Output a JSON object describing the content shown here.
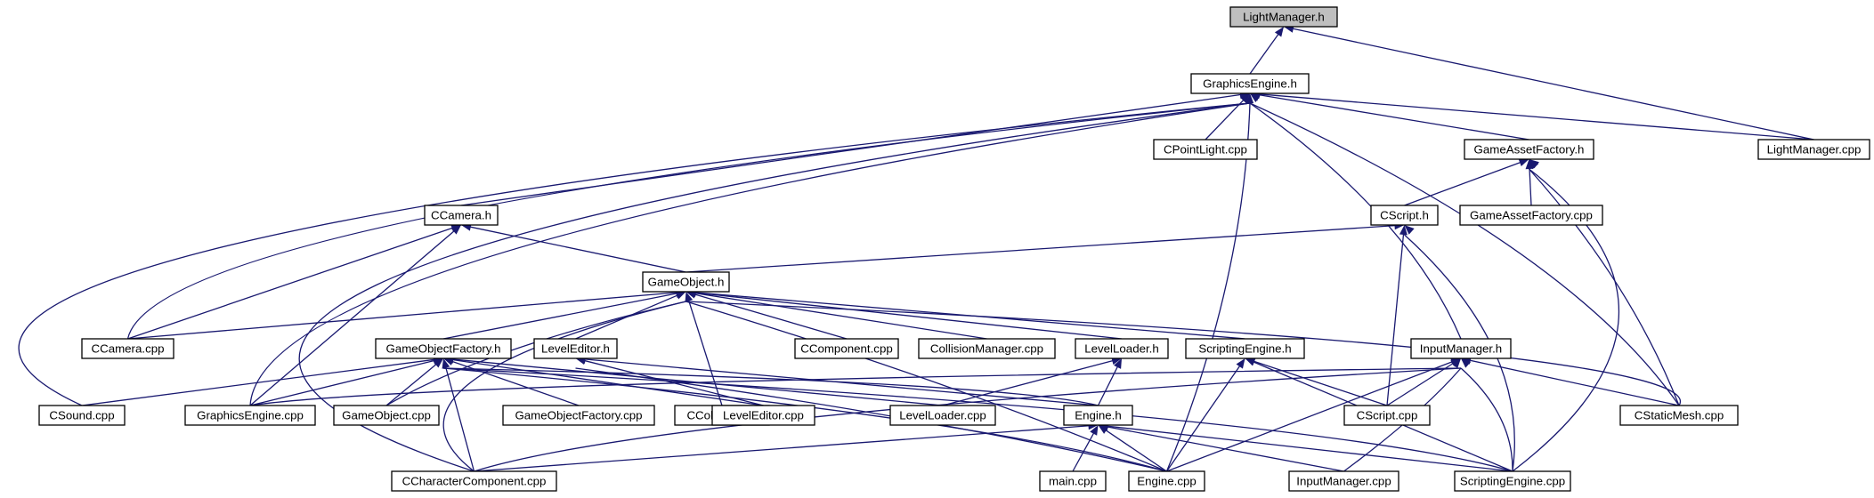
{
  "graph": {
    "root": "LightManager.h",
    "nodes": [
      {
        "id": "n0",
        "label": "LightManager.h"
      },
      {
        "id": "n1",
        "label": "GraphicsEngine.h"
      },
      {
        "id": "n2",
        "label": "LightManager.cpp"
      },
      {
        "id": "n3",
        "label": "CPointLight.cpp"
      },
      {
        "id": "n4",
        "label": "GameAssetFactory.h"
      },
      {
        "id": "n5",
        "label": "CCamera.h"
      },
      {
        "id": "n6",
        "label": "CScript.h"
      },
      {
        "id": "n7",
        "label": "GameAssetFactory.cpp"
      },
      {
        "id": "n8",
        "label": "GameObject.h"
      },
      {
        "id": "n9",
        "label": "CCamera.cpp"
      },
      {
        "id": "n10",
        "label": "GameObjectFactory.h"
      },
      {
        "id": "n11",
        "label": "LevelEditor.h"
      },
      {
        "id": "n12",
        "label": "CCollider.cpp"
      },
      {
        "id": "n13",
        "label": "CComponent.cpp"
      },
      {
        "id": "n14",
        "label": "CollisionManager.cpp"
      },
      {
        "id": "n15",
        "label": "LevelLoader.h"
      },
      {
        "id": "n16",
        "label": "ScriptingEngine.h"
      },
      {
        "id": "n17",
        "label": "InputManager.h"
      },
      {
        "id": "n18",
        "label": "CSound.cpp"
      },
      {
        "id": "n19",
        "label": "GraphicsEngine.cpp"
      },
      {
        "id": "n20",
        "label": "GameObject.cpp"
      },
      {
        "id": "n21",
        "label": "GameObjectFactory.cpp"
      },
      {
        "id": "n22",
        "label": "LevelEditor.cpp"
      },
      {
        "id": "n23",
        "label": "LevelLoader.cpp"
      },
      {
        "id": "n24",
        "label": "Engine.h"
      },
      {
        "id": "n25",
        "label": "CScript.cpp"
      },
      {
        "id": "n26",
        "label": "CStaticMesh.cpp"
      },
      {
        "id": "n27",
        "label": "CCharacterComponent.cpp"
      },
      {
        "id": "n28",
        "label": "main.cpp"
      },
      {
        "id": "n29",
        "label": "Engine.cpp"
      },
      {
        "id": "n30",
        "label": "InputManager.cpp"
      },
      {
        "id": "n31",
        "label": "ScriptingEngine.cpp"
      }
    ],
    "edges": [
      {
        "from": "n0",
        "to": "n1"
      },
      {
        "from": "n0",
        "to": "n2"
      },
      {
        "from": "n1",
        "to": "n2"
      },
      {
        "from": "n1",
        "to": "n3"
      },
      {
        "from": "n1",
        "to": "n4"
      },
      {
        "from": "n1",
        "to": "n5"
      },
      {
        "from": "n1",
        "to": "n9"
      },
      {
        "from": "n1",
        "to": "n18"
      },
      {
        "from": "n1",
        "to": "n19"
      },
      {
        "from": "n1",
        "to": "n27"
      },
      {
        "from": "n1",
        "to": "n29"
      },
      {
        "from": "n1",
        "to": "n17"
      },
      {
        "from": "n1",
        "to": "n26"
      },
      {
        "from": "n4",
        "to": "n6"
      },
      {
        "from": "n4",
        "to": "n7"
      },
      {
        "from": "n4",
        "to": "n26"
      },
      {
        "from": "n4",
        "to": "n31"
      },
      {
        "from": "n5",
        "to": "n8"
      },
      {
        "from": "n5",
        "to": "n9"
      },
      {
        "from": "n5",
        "to": "n19"
      },
      {
        "from": "n6",
        "to": "n8"
      },
      {
        "from": "n6",
        "to": "n25"
      },
      {
        "from": "n6",
        "to": "n31"
      },
      {
        "from": "n8",
        "to": "n9"
      },
      {
        "from": "n8",
        "to": "n10"
      },
      {
        "from": "n8",
        "to": "n11"
      },
      {
        "from": "n8",
        "to": "n12"
      },
      {
        "from": "n8",
        "to": "n13"
      },
      {
        "from": "n8",
        "to": "n14"
      },
      {
        "from": "n8",
        "to": "n15"
      },
      {
        "from": "n8",
        "to": "n16"
      },
      {
        "from": "n8",
        "to": "n20"
      },
      {
        "from": "n8",
        "to": "n27"
      },
      {
        "from": "n8",
        "to": "n26"
      },
      {
        "from": "n8",
        "to": "n29"
      },
      {
        "from": "n10",
        "to": "n18"
      },
      {
        "from": "n10",
        "to": "n19"
      },
      {
        "from": "n10",
        "to": "n20"
      },
      {
        "from": "n10",
        "to": "n21"
      },
      {
        "from": "n10",
        "to": "n22"
      },
      {
        "from": "n10",
        "to": "n23"
      },
      {
        "from": "n10",
        "to": "n27"
      },
      {
        "from": "n10",
        "to": "n29"
      },
      {
        "from": "n10",
        "to": "n31"
      },
      {
        "from": "n10",
        "to": "n24"
      },
      {
        "from": "n11",
        "to": "n22"
      },
      {
        "from": "n11",
        "to": "n24"
      },
      {
        "from": "n11",
        "to": "n29"
      },
      {
        "from": "n15",
        "to": "n23"
      },
      {
        "from": "n15",
        "to": "n24"
      },
      {
        "from": "n16",
        "to": "n25"
      },
      {
        "from": "n16",
        "to": "n29"
      },
      {
        "from": "n16",
        "to": "n31"
      },
      {
        "from": "n17",
        "to": "n19"
      },
      {
        "from": "n17",
        "to": "n25"
      },
      {
        "from": "n17",
        "to": "n26"
      },
      {
        "from": "n17",
        "to": "n27"
      },
      {
        "from": "n17",
        "to": "n29"
      },
      {
        "from": "n17",
        "to": "n30"
      },
      {
        "from": "n17",
        "to": "n31"
      },
      {
        "from": "n24",
        "to": "n27"
      },
      {
        "from": "n24",
        "to": "n28"
      },
      {
        "from": "n24",
        "to": "n29"
      },
      {
        "from": "n24",
        "to": "n30"
      },
      {
        "from": "n24",
        "to": "n31"
      }
    ]
  },
  "colors": {
    "edge": "#191970",
    "root_fill": "#bfbfbf",
    "node_fill": "#ffffff",
    "node_border": "#000000"
  }
}
